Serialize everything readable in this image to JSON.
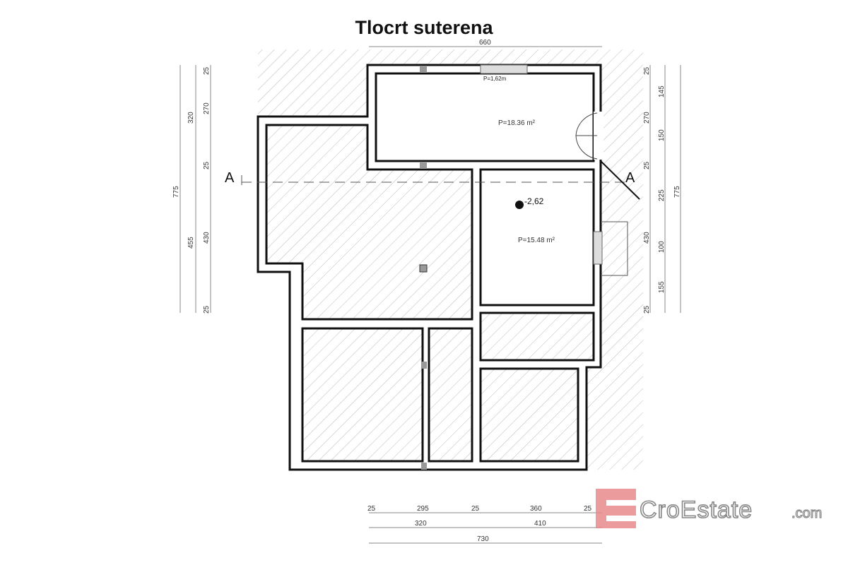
{
  "title": "Tlocrt suterena",
  "rooms": {
    "top_area": "P=18.36 m²",
    "right_area": "P=15.48 m²",
    "level": "-2,62",
    "window_note": "P=1,62m"
  },
  "section": {
    "left": "A",
    "right": "A"
  },
  "dims_top": "660",
  "dims_left": {
    "outer": "775",
    "mid": [
      "320",
      "455"
    ],
    "inner": [
      "25",
      "270",
      "25",
      "430",
      "25"
    ]
  },
  "dims_right": {
    "outer": "775",
    "inner_a": [
      "25",
      "270",
      "25",
      "430",
      "25"
    ],
    "inner_b": [
      "145",
      "150",
      "225",
      "100",
      "155"
    ]
  },
  "dims_bottom": {
    "row1": [
      "25",
      "295",
      "25",
      "360",
      "25"
    ],
    "row2": [
      "320",
      "410"
    ],
    "row3": "730"
  },
  "logo": {
    "name": "CroEstate",
    "suffix": ".com",
    "color": "#e88a8a"
  }
}
